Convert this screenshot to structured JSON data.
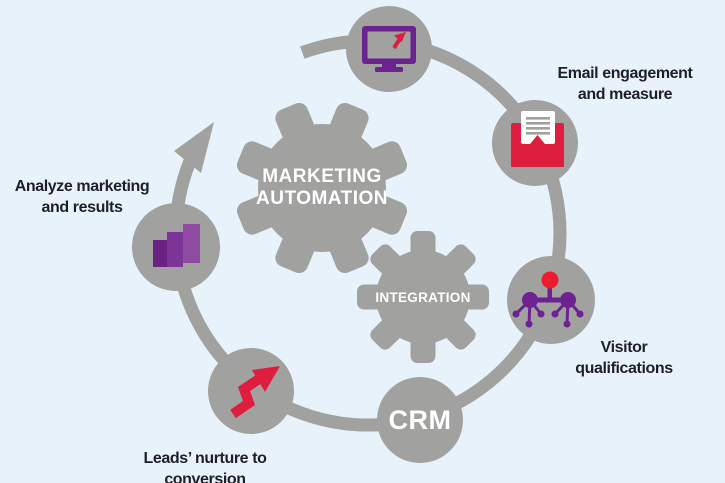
{
  "colors": {
    "background": "#e7f2fb",
    "gray": "#a1a19f",
    "purple": "#6c2290",
    "bar1": "#6a2383",
    "bar2": "#7d3697",
    "bar3": "#8f4aa1",
    "red": "#dd1e3e",
    "red2": "#ec1c2e",
    "white": "#ffffff",
    "text": "#1f1f28"
  },
  "gears": {
    "marketing_automation": {
      "line1": "MARKETING",
      "line2": "AUTOMATION"
    },
    "integration": {
      "label": "INTEGRATION"
    }
  },
  "nodes": {
    "crm_label": "CRM"
  },
  "labels": {
    "email": {
      "line1": "Email engagement",
      "line2": "and measure"
    },
    "visitor": {
      "line1": "Visitor",
      "line2": "qualifications"
    },
    "leads": {
      "line1": "Leads’ nurture to",
      "line2": "conversion"
    },
    "analyze": {
      "line1": "Analyze marketing",
      "line2": "and results"
    }
  },
  "icons": {
    "web_engagement": "monitor-with-cursor-icon",
    "email_engagement": "open-envelope-letter-icon",
    "visitor_qualifications": "network-nodes-icon",
    "leads_nurture": "zigzag-arrow-icon",
    "analyze_marketing": "bar-chart-icon",
    "flow_direction": "arrowhead-icon"
  }
}
